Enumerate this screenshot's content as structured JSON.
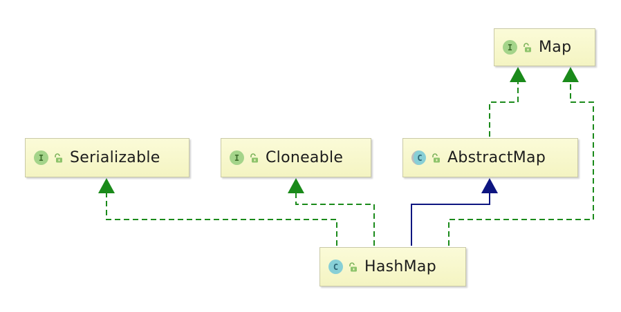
{
  "colors": {
    "implements_edge": "#1a8a1a",
    "extends_edge": "#0d1580",
    "node_fill": "#f7f7c8",
    "node_border": "#c9c9a6",
    "interface_badge": "#a4d48a",
    "class_badge": "#87cfd6"
  },
  "nodes": [
    {
      "id": "map",
      "name": "Map",
      "kind": "interface",
      "badge": "I",
      "icon": "unlocked-padlock-icon"
    },
    {
      "id": "serializable",
      "name": "Serializable",
      "kind": "interface",
      "badge": "I",
      "icon": "unlocked-padlock-icon"
    },
    {
      "id": "cloneable",
      "name": "Cloneable",
      "kind": "interface",
      "badge": "I",
      "icon": "unlocked-padlock-icon"
    },
    {
      "id": "abstractmap",
      "name": "AbstractMap",
      "kind": "abstract-class",
      "badge": "C",
      "icon": "unlocked-padlock-icon"
    },
    {
      "id": "hashmap",
      "name": "HashMap",
      "kind": "class",
      "badge": "C",
      "icon": "unlocked-padlock-icon"
    }
  ],
  "edges": [
    {
      "from": "abstractmap",
      "to": "map",
      "relation": "implements"
    },
    {
      "from": "hashmap",
      "to": "map",
      "relation": "implements"
    },
    {
      "from": "hashmap",
      "to": "serializable",
      "relation": "implements"
    },
    {
      "from": "hashmap",
      "to": "cloneable",
      "relation": "implements"
    },
    {
      "from": "hashmap",
      "to": "abstractmap",
      "relation": "extends"
    }
  ]
}
